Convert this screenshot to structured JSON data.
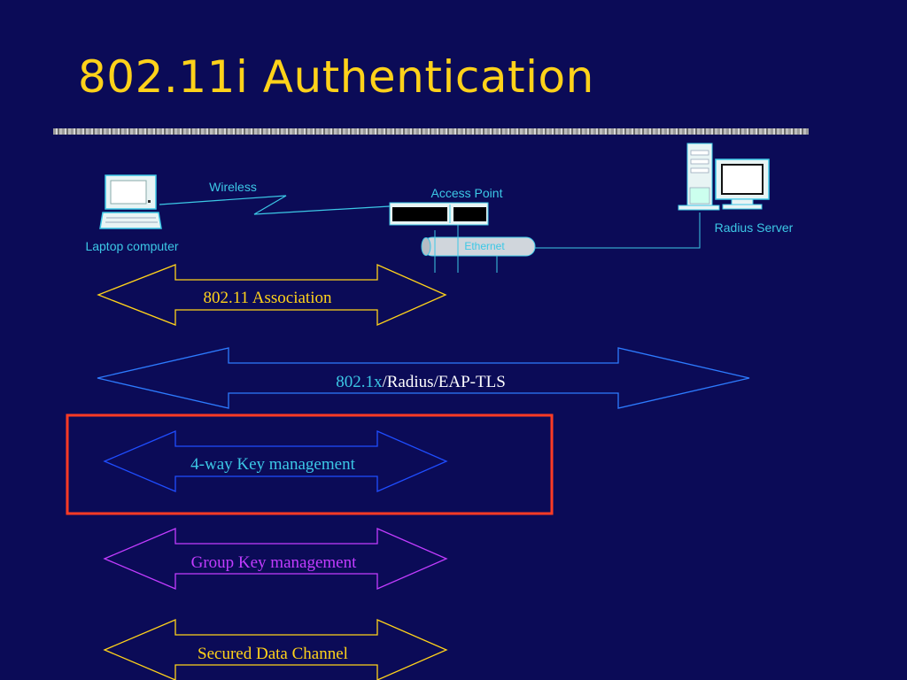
{
  "slide": {
    "title": "802.11i Authentication"
  },
  "network": {
    "laptop_label": "Laptop computer",
    "wireless_label": "Wireless",
    "access_point_label": "Access Point",
    "ethernet_label": "Ethernet",
    "radius_server_label": "Radius Server"
  },
  "arrows": {
    "association": "802.11 Association",
    "eap_prefix": "802.1x",
    "eap_rest": "/Radius/EAP-TLS",
    "four_way": "4-way Key management",
    "group_key": "Group Key management",
    "secured": "Secured Data Channel"
  },
  "colors": {
    "background": "#0b0b57",
    "title": "#ffd21a",
    "network_line": "#3cc8e6",
    "network_text": "#3cc8e6",
    "association": "#ffd21a",
    "eap": "#2d7bff",
    "four_way": "#1f4dff",
    "four_way_text": "#3cc8e6",
    "group_key": "#c23cff",
    "secured": "#ffd21a",
    "highlight_box": "#ff3b24"
  }
}
